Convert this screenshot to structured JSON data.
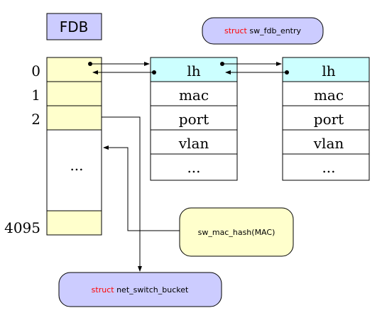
{
  "title_box": {
    "label": "FDB"
  },
  "colors": {
    "title_fill": "#ccccff",
    "bucket_fill": "#ffffcc",
    "header_fill": "#ccffff",
    "pill_fill": "#ccccff",
    "hash_fill": "#ffffcc",
    "keyword": "#ff0000"
  },
  "fdb_table": {
    "indices": {
      "i0": "0",
      "i1": "1",
      "i2": "2",
      "ilast": "4095"
    },
    "ellipsis": "..."
  },
  "entry_struct": {
    "keyword": "struct",
    "name": "sw_fdb_entry"
  },
  "entries": [
    {
      "fields": {
        "lh": "lh",
        "mac": "mac",
        "port": "port",
        "vlan": "vlan",
        "more": "..."
      }
    },
    {
      "fields": {
        "lh": "lh",
        "mac": "mac",
        "port": "port",
        "vlan": "vlan",
        "more": "..."
      }
    }
  ],
  "hash_func": {
    "label": "sw_mac_hash(MAC)"
  },
  "bucket_struct": {
    "keyword": "struct",
    "name": "net_switch_bucket"
  }
}
